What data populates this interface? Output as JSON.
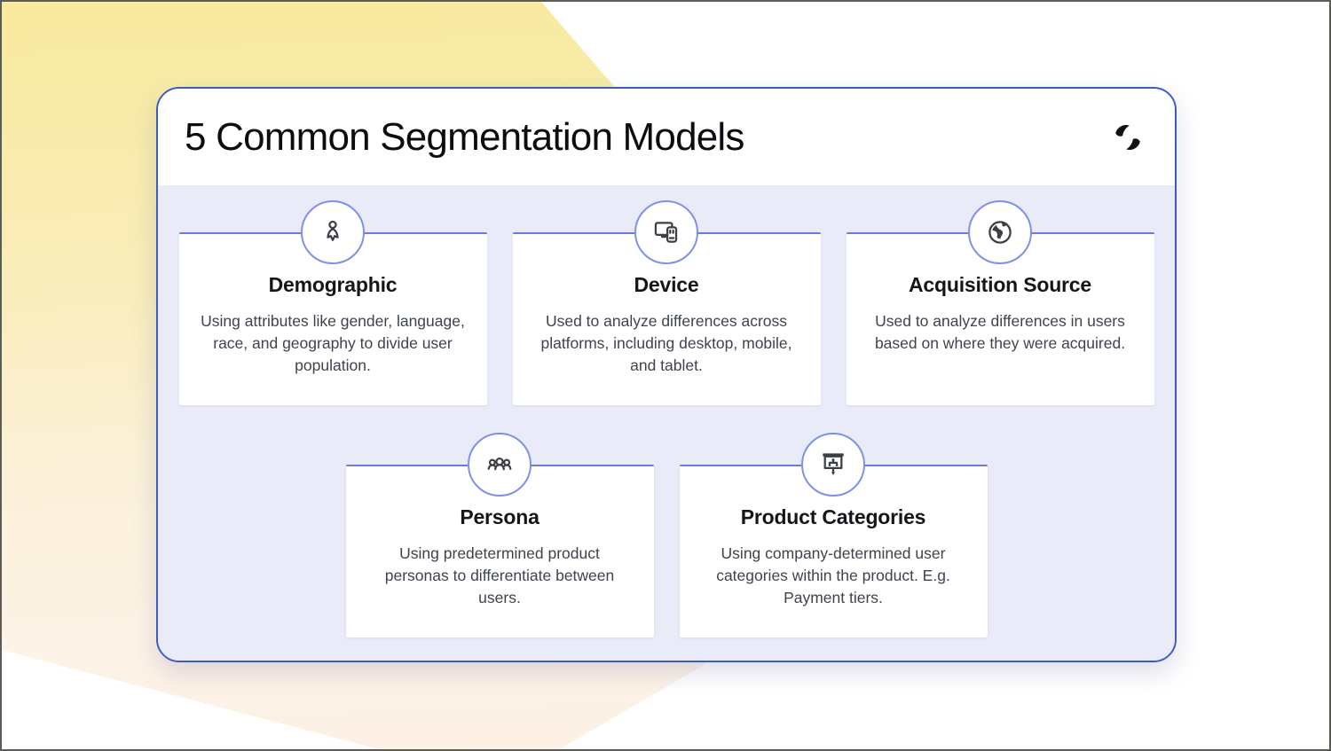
{
  "header": {
    "title": "5 Common Segmentation Models",
    "logo_icon": "two-comma-swirl-logo"
  },
  "cards": [
    {
      "title": "Demographic",
      "description": "Using attributes like gender, language, race, and geography to divide user population.",
      "icon": "person-icon"
    },
    {
      "title": "Device",
      "description": "Used to analyze differences across platforms, including desktop, mobile, and tablet.",
      "icon": "devices-icon"
    },
    {
      "title": "Acquisition Source",
      "description": "Used to analyze differences in users based on where they were acquired.",
      "icon": "globe-icon"
    },
    {
      "title": "Persona",
      "description": "Using predetermined product personas to differentiate between users.",
      "icon": "people-group-icon"
    },
    {
      "title": "Product Categories",
      "description": "Using company-determined user categories within the product. E.g. Payment tiers.",
      "icon": "presentation-chart-icon"
    }
  ],
  "colors": {
    "card_border": "#3d5cc0",
    "panel_background": "#e9ebf9",
    "accent_line": "#6b7ade",
    "circle_border": "#7f90e8",
    "background_yellow": "#f8ea9d",
    "background_peach": "#fcf0e2",
    "icon_stroke": "#3c3f45",
    "title_text": "#0c0d10",
    "body_text": "#3e434d"
  }
}
